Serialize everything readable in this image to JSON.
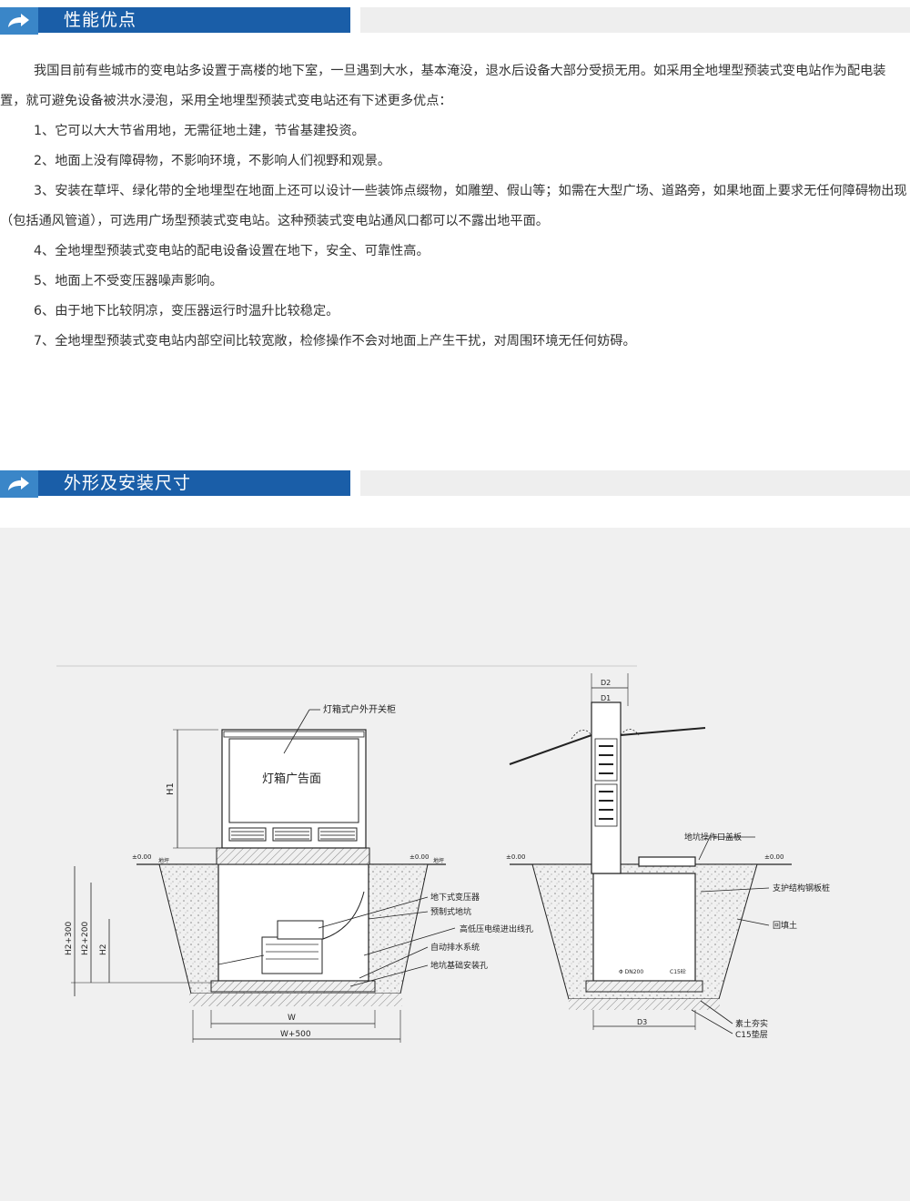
{
  "sections": {
    "advantages": {
      "title": "性能优点"
    },
    "dimensions": {
      "title": "外形及安装尺寸"
    }
  },
  "paragraphs": [
    "我国目前有些城市的变电站多设置于高楼的地下室，一旦遇到大水，基本淹没，退水后设备大部分受损无用。如采用全地埋型预装式变电站作为配电装置，就可避免设备被洪水浸泡，采用全地埋型预装式变电站还有下述更多优点：",
    "1、它可以大大节省用地，无需征地土建，节省基建投资。",
    "2、地面上没有障碍物，不影响环境，不影响人们视野和观景。",
    "3、安装在草坪、绿化带的全地埋型在地面上还可以设计一些装饰点缀物，如雕塑、假山等；如需在大型广场、道路旁，如果地面上要求无任何障碍物出现（包括通风管道），可选用广场型预装式变电站。这种预装式变电站通风口都可以不露出地平面。",
    "4、全地埋型预装式变电站的配电设备设置在地下，安全、可靠性高。",
    "5、地面上不受变压器噪声影响。",
    "6、由于地下比较阴凉，变压器运行时温升比较稳定。",
    "7、全地埋型预装式变电站内部空间比较宽敞，检修操作不会对地面上产生干扰，对周围环境无任何妨碍。"
  ],
  "drawing": {
    "left": {
      "top_label": "灯箱式户外开关柜",
      "ad_face": "灯箱广告面",
      "h1": "H1",
      "h2": "H2",
      "h2_200": "H2+200",
      "h2_300": "H2+300",
      "w": "W",
      "w_500": "W+500",
      "ground_left": "±0.00",
      "ground_right": "±0.00",
      "ground_word_left": "地坪",
      "ground_word_right": "地坪",
      "callouts": [
        "地下式变压器",
        "预制式地坑",
        "高低压电缆进出线孔",
        "自动排水系统",
        "地坑基础安装孔"
      ]
    },
    "right": {
      "d1": "D1",
      "d2": "D2",
      "d3": "D3",
      "ground_left": "±0.00",
      "ground_right": "±0.00",
      "hole_left": "Φ DN200",
      "hole_right": "C15砼",
      "callouts_right": [
        "地坑操作口盖板",
        "支护结构钢板桩",
        "回填土"
      ],
      "callouts_bottom": [
        "素土夯实",
        "C15垫层"
      ]
    }
  },
  "icons": {
    "header_icon": "share-arrow-icon"
  },
  "colors": {
    "accent_dark": "#1a5ea8",
    "accent_light": "#3a86c8",
    "grey_bar": "#eeeeee",
    "figure_bg": "#f0f0f0"
  }
}
